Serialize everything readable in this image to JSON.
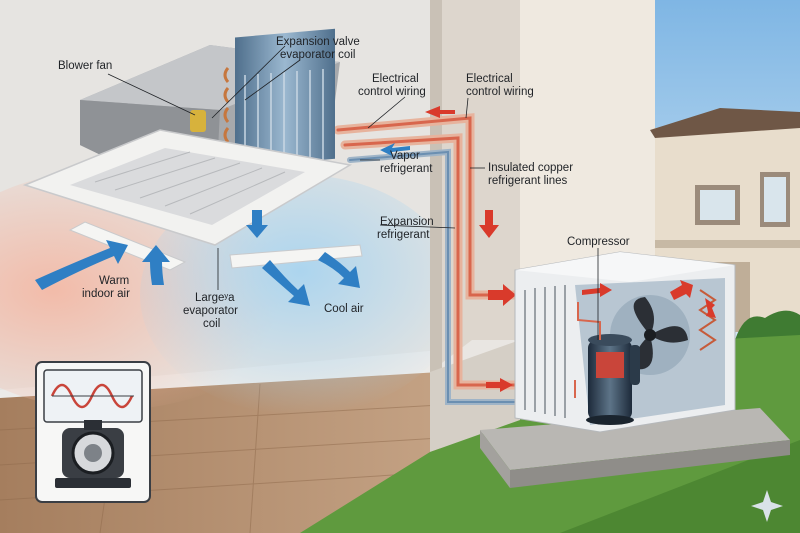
{
  "labels": {
    "blower_fan": "Blower fan",
    "expansion_valve": "Expansion valve",
    "evaporator_coil": "evaporator coil",
    "electrical_wiring_left_1": "Electrical",
    "electrical_wiring_left_2": "control wiring",
    "electrical_wiring_right_1": "Electrical",
    "electrical_wiring_right_2": "control wiring",
    "vapor_1": "Vapor",
    "vapor_2": "refrigerant",
    "insulated_1": "Insulated copper",
    "insulated_2": "refrigerant lines",
    "expansion_ref_1": "Expansion",
    "expansion_ref_2": "refrigerant",
    "compressor": "Compressor",
    "warm_1": "Warm",
    "warm_2": "indoor air",
    "large_1": "Largeʸa",
    "large_2": "evaporator",
    "large_3": "coil",
    "cool_air": "Cool air"
  },
  "colors": {
    "warm_glow": "#f3b9a6",
    "cool_glow": "#a9d4ef",
    "flow_arrow": "#2f7fc4",
    "hot_line": "#d8664d",
    "cold_line": "#6b8fb1",
    "red_arrow": "#d93a2b",
    "grass": "#5f9a3e"
  },
  "icons": [
    "sine-wave-icon",
    "motor-icon",
    "sparkle-icon"
  ]
}
